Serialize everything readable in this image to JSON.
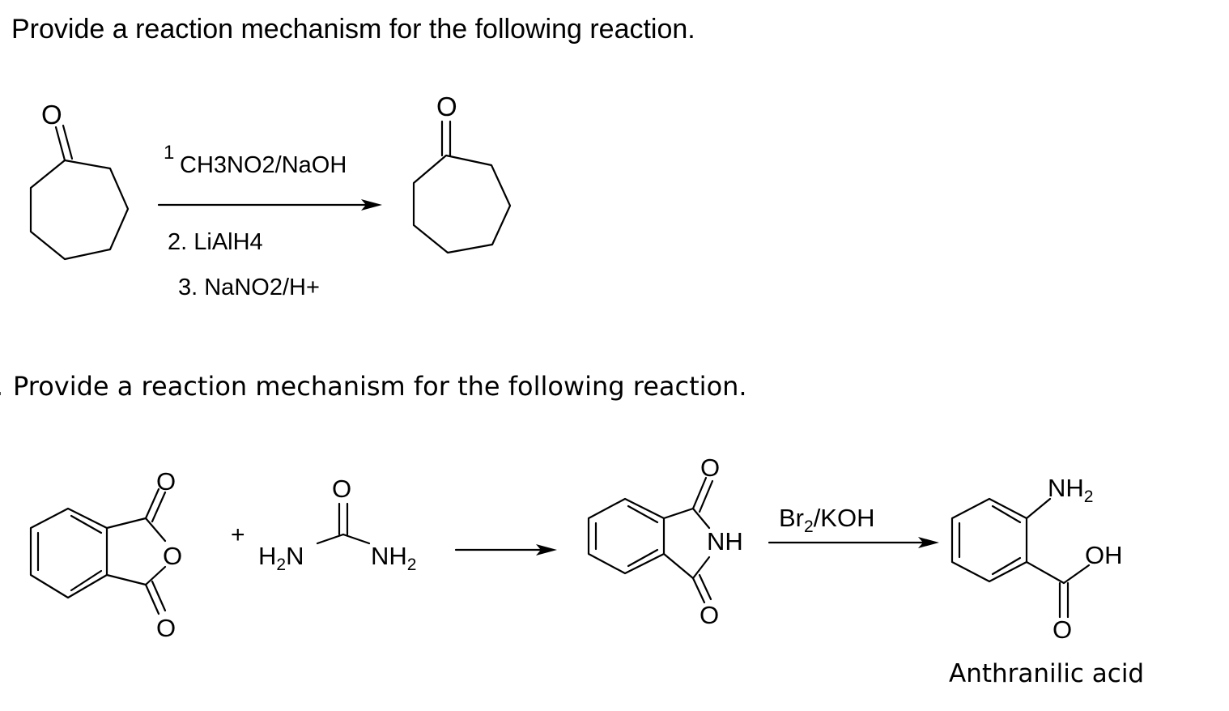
{
  "questions": {
    "q1_prompt": "Provide a reaction mechanism for the following reaction.",
    "q2_marker": ".",
    "q2_prompt": "Provide a reaction mechanism for the following reaction."
  },
  "reaction1": {
    "step1_number": "1",
    "step1_reagent": "CH3NO2/NaOH",
    "step2": "2. LiAlH4",
    "step3": "3. NaNO2/H+",
    "reactant_oxygen": "O",
    "product_oxygen": "O"
  },
  "reaction2": {
    "plus": "+",
    "anhydride_atoms": {
      "carbonyl_top": "O",
      "ring": "O",
      "carbonyl_bottom": "O"
    },
    "urea": {
      "oxygen": "O",
      "left_amine": "H",
      "left_sub": "2",
      "left_n": "N",
      "right_amine": "NH",
      "right_sub": "2"
    },
    "phthalimide_atoms": {
      "carbonyl_top": "O",
      "nh": "NH",
      "carbonyl_bottom": "O"
    },
    "step2_reagent_pre": "Br",
    "step2_reagent_sub": "2",
    "step2_reagent_post": "/KOH",
    "product_atoms": {
      "amine": "NH",
      "amine_sub": "2",
      "hydroxyl": "OH",
      "carbonyl": "O"
    },
    "product_name": "Anthranilic acid"
  }
}
